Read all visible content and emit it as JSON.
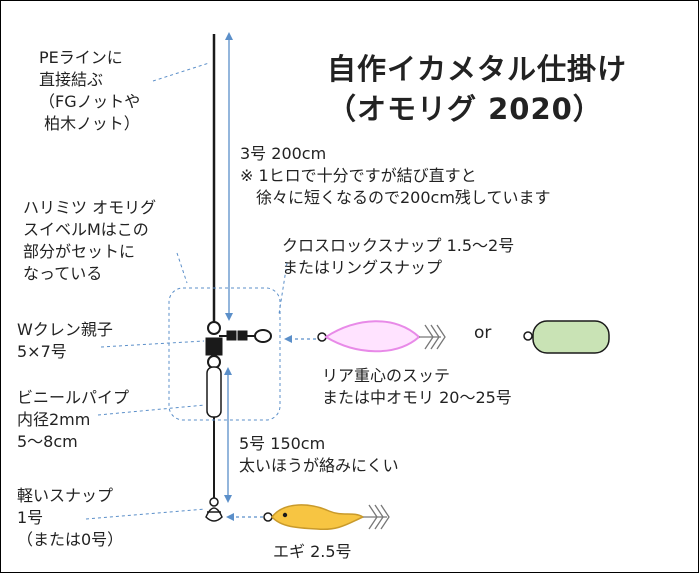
{
  "title": [
    "自作イカメタル仕掛け",
    "（オモリグ 2020）"
  ],
  "labels": {
    "pe_line": [
      "PEラインに",
      "直接結ぶ",
      "（FGノットや",
      " 柏木ノット）"
    ],
    "leader_upper": [
      "3号 200cm",
      "※ 1ヒロで十分ですが結び直すと",
      "　徐々に短くなるので200cm残しています"
    ],
    "harimitsu": [
      "ハリミツ オモリグ",
      "スイベルMはこの",
      "部分がセットに",
      "なっている"
    ],
    "cross_lock": [
      "クロスロックスナップ 1.5～2号",
      "またはリングスナップ"
    ],
    "w_crane": [
      "Wクレン親子",
      "5×7号"
    ],
    "sinker": [
      "リア重心のスッテ",
      "または中オモリ 20～25号"
    ],
    "vinyl_pipe": [
      "ビニールパイプ",
      "内径2mm",
      "5～8cm"
    ],
    "leader_lower": [
      "5号 150cm",
      "太いほうが絡みにくい"
    ],
    "light_snap": [
      "軽いスナップ",
      "1号",
      "（または0号）"
    ],
    "egi": [
      "エギ 2.5号"
    ],
    "or": "or"
  },
  "colors": {
    "line": "#1a1a1a",
    "guide": "#5b8fc9",
    "sutte_fill": "#ffe3ff",
    "sutte_stroke": "#e88ae8",
    "sinker_fill": "#c9e3b5",
    "egi_fill": "#f7c542",
    "egi_stroke": "#c99a2b"
  },
  "icons": [
    "sutte-icon",
    "sinker-icon",
    "egi-icon",
    "swivel-icon",
    "snap-icon",
    "vinyl-pipe-icon"
  ]
}
